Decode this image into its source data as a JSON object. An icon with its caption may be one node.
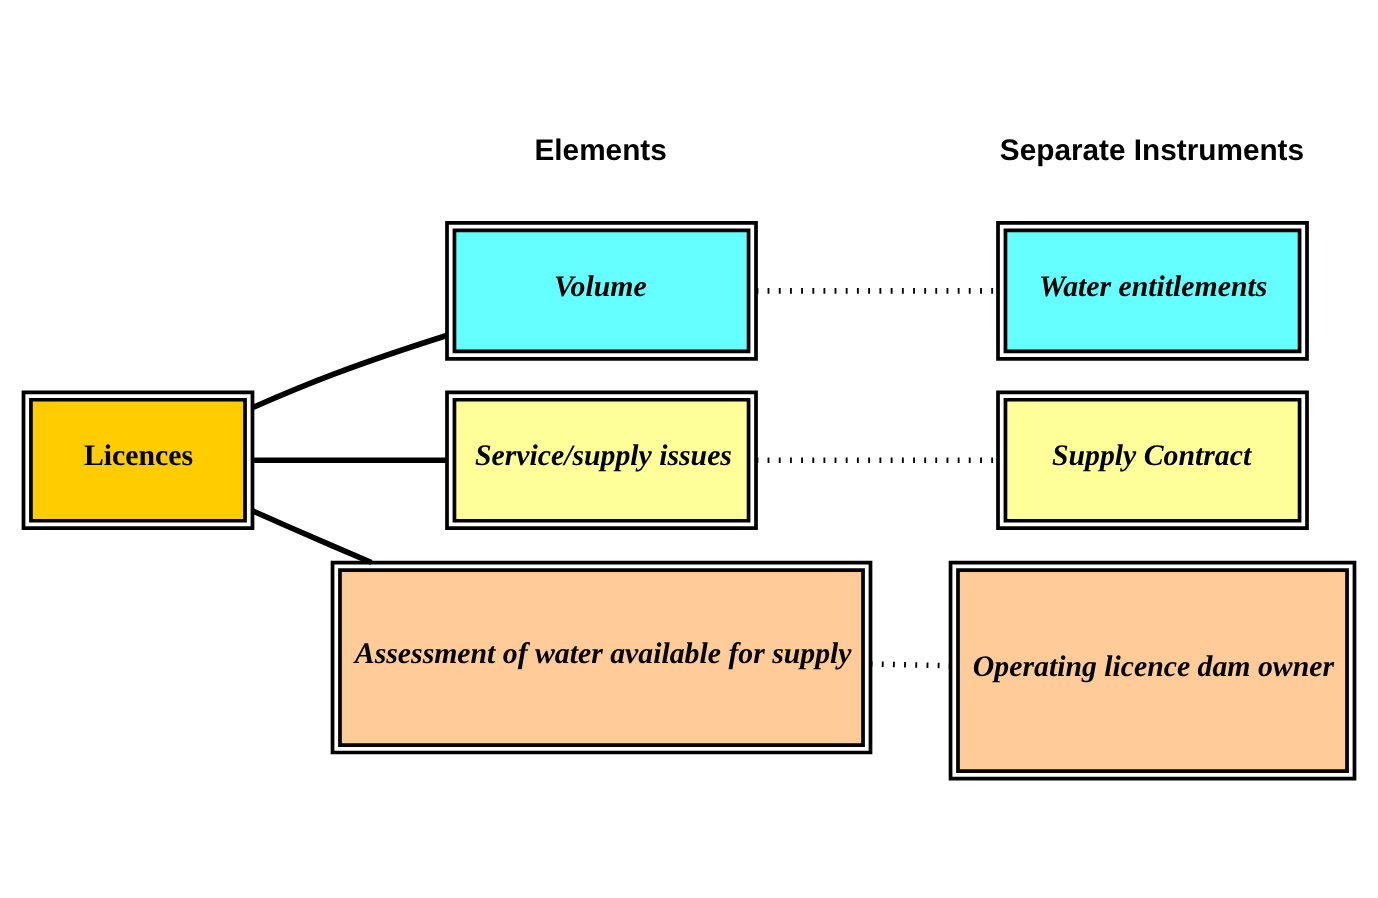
{
  "diagram": {
    "nodes": [
      {
        "text": [
          "Licences"
        ]
      },
      {
        "text": [
          "Volume"
        ]
      },
      {
        "text": [
          "Service/supply issues"
        ]
      },
      {
        "text": [
          "Assessment of water available for supply"
        ]
      },
      {
        "text": [
          "Water entitlements"
        ]
      },
      {
        "text": [
          "Supply Contract"
        ]
      },
      {
        "text": [
          "Operating licence dam owner"
        ]
      }
    ],
    "edges": [
      {
        "from": 0,
        "to": 1,
        "arrow": "none"
      },
      {
        "from": 0,
        "to": 2,
        "arrow": "none"
      },
      {
        "from": 0,
        "to": 3,
        "arrow": "none"
      },
      {
        "from": 1,
        "to": 4,
        "arrow": "none",
        "style": "dashed"
      },
      {
        "from": 2,
        "to": 5,
        "arrow": "none",
        "style": "dashed"
      },
      {
        "from": 3,
        "to": 6,
        "arrow": "none",
        "style": "dashed"
      }
    ],
    "labels": [
      "Elements",
      "Separate Instruments"
    ]
  }
}
